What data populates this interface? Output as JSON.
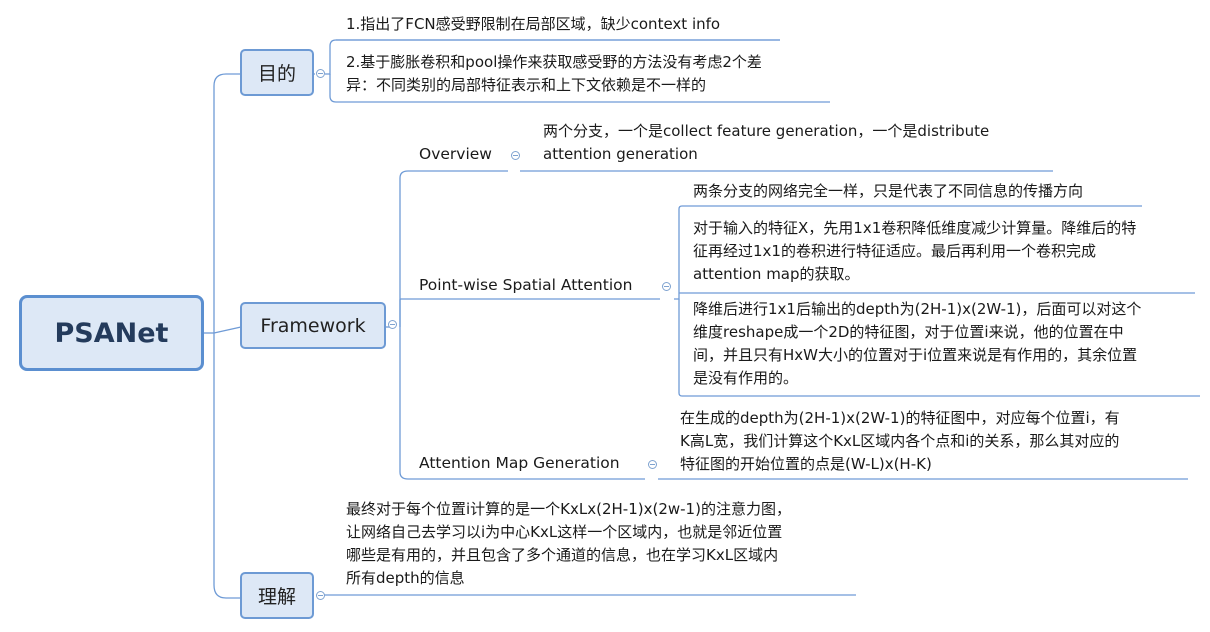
{
  "root": "PSANet",
  "purpose": {
    "title": "目的",
    "items": [
      "1.指出了FCN感受野限制在局部区域，缺少context info",
      "2.基于膨胀卷积和pool操作来获取感受野的方法没有考虑2个差\n异：不同类别的局部特征表示和上下文依赖是不一样的"
    ]
  },
  "framework": {
    "title": "Framework",
    "overview": {
      "label": "Overview",
      "text": "两个分支，一个是collect feature generation，一个是distribute\nattention generation"
    },
    "psa": {
      "label": "Point-wise Spatial Attention",
      "items": [
        "两条分支的网络完全一样，只是代表了不同信息的传播方向",
        "对于输入的特征X，先用1x1卷积降低维度减少计算量。降维后的特\n征再经过1x1的卷积进行特征适应。最后再利用一个卷积完成\nattention map的获取。",
        "降维后进行1x1后输出的depth为(2H-1)x(2W-1)，后面可以对这个\n维度reshape成一个2D的特征图，对于位置i来说，他的位置在中\n间，并且只有HxW大小的位置对于i位置来说是有作用的，其余位置\n是没有作用的。"
      ]
    },
    "amg": {
      "label": "Attention Map Generation",
      "text": "在生成的depth为(2H-1)x(2W-1)的特征图中，对应每个位置i，有\nK高L宽，我们计算这个KxL区域内各个点和i的关系，那么其对应的\n特征图的开始位置的点是(W-L)x(H-K)"
    }
  },
  "understanding": {
    "title": "理解",
    "text": "最终对于每个位置i计算的是一个KxLx(2H-1)x(2w-1)的注意力图，\n让网络自己去学习以i为中心KxL这样一个区域内，也就是邻近位置\n哪些是有用的，并且包含了多个通道的信息，也在学习KxL区域内\n所有depth的信息"
  },
  "colors": {
    "line": "#6f9bd6",
    "node_fill": "#dde8f6",
    "node_border": "#6d9ad4",
    "root_border": "#5b8fd0",
    "root_text": "#243b5c",
    "underline": "#3b6fbd"
  }
}
